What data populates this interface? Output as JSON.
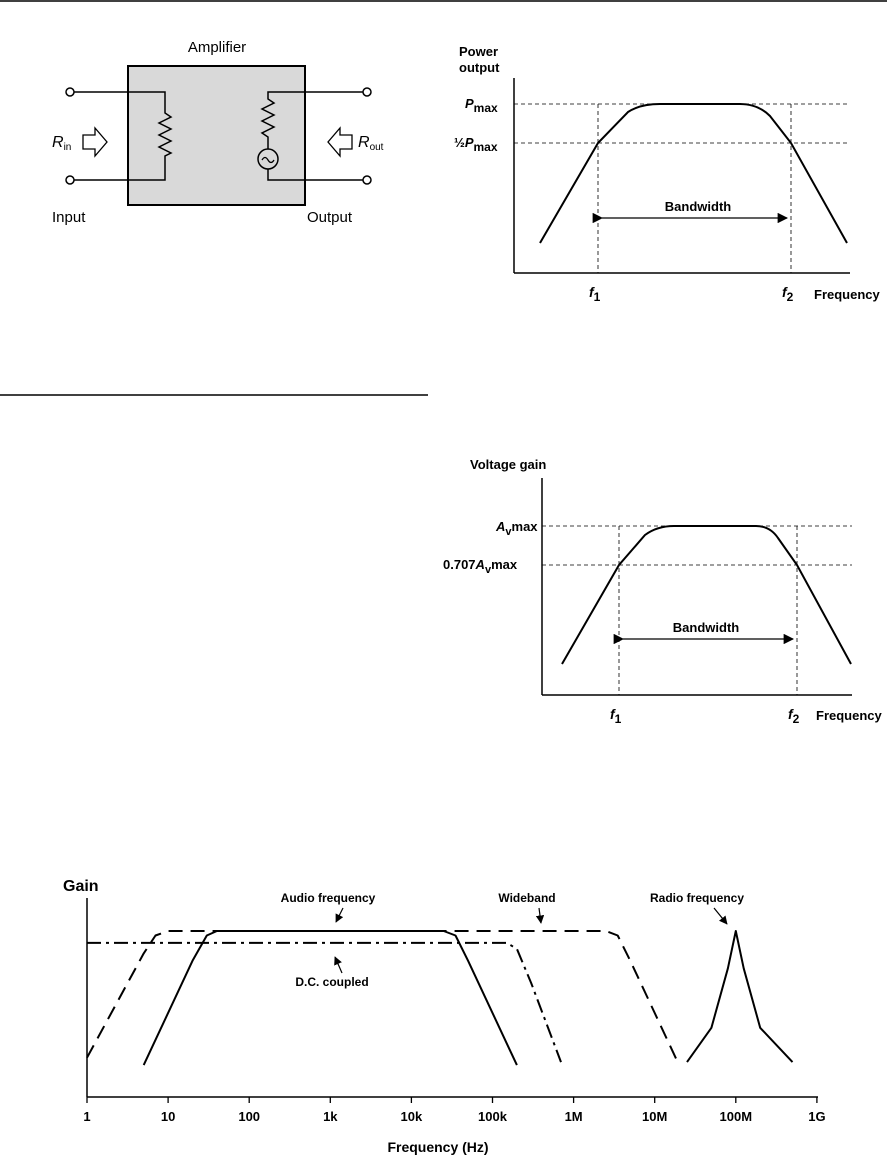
{
  "amplifier": {
    "title": "Amplifier",
    "rin_main": "R",
    "rin_sub": "in",
    "rout_main": "R",
    "rout_sub": "out",
    "input_label": "Input",
    "output_label": "Output",
    "colors": {
      "box_fill": "#d9d9d9"
    }
  },
  "power_chart": {
    "ylabel_line1": "Power",
    "ylabel_line2": "output",
    "pmax_main": "P",
    "pmax_sub": "max",
    "half_prefix": "½",
    "half_main": "P",
    "half_sub": "max",
    "bandwidth": "Bandwidth",
    "f1_main": "f",
    "f1_sub": "1",
    "f2_main": "f",
    "f2_sub": "2",
    "xlabel": "Frequency"
  },
  "voltage_chart": {
    "ylabel": "Voltage gain",
    "av_main": "A",
    "av_sub": "v",
    "av_suffix": "max",
    "half_prefix": "0.707",
    "half_main": "A",
    "half_sub": "v",
    "half_suffix": "max",
    "bandwidth": "Bandwidth",
    "f1_main": "f",
    "f1_sub": "1",
    "f2_main": "f",
    "f2_sub": "2",
    "xlabel": "Frequency"
  },
  "chart_data": {
    "type": "line",
    "ylabel": "Gain",
    "xlabel": "Frequency (Hz)",
    "x_scale": "log",
    "x_ticks": [
      "1",
      "10",
      "100",
      "1k",
      "10k",
      "100k",
      "1M",
      "10M",
      "100M",
      "1G"
    ],
    "series": [
      {
        "name": "Audio frequency",
        "style": "solid",
        "points": [
          [
            5,
            0.1
          ],
          [
            20,
            0.8
          ],
          [
            30,
            0.97
          ],
          [
            40,
            1.0
          ],
          [
            25000,
            1.0
          ],
          [
            35000,
            0.97
          ],
          [
            50000,
            0.8
          ],
          [
            200000,
            0.1
          ]
        ]
      },
      {
        "name": "Wideband",
        "style": "dashed",
        "points": [
          [
            1,
            0.15
          ],
          [
            5,
            0.85
          ],
          [
            7,
            0.97
          ],
          [
            10,
            1.0
          ],
          [
            2500000,
            1.0
          ],
          [
            3500000,
            0.97
          ],
          [
            5000000,
            0.8
          ],
          [
            20000000,
            0.1
          ]
        ]
      },
      {
        "name": "D.C. coupled",
        "style": "dash-dot",
        "points": [
          [
            1,
            0.92
          ],
          [
            150000,
            0.92
          ],
          [
            200000,
            0.88
          ],
          [
            300000,
            0.65
          ],
          [
            700000,
            0.12
          ]
        ]
      },
      {
        "name": "Radio frequency",
        "style": "solid",
        "points": [
          [
            25000000,
            0.12
          ],
          [
            50000000,
            0.35
          ],
          [
            80000000,
            0.75
          ],
          [
            100000000,
            1.0
          ],
          [
            125000000,
            0.75
          ],
          [
            200000000,
            0.35
          ],
          [
            500000000,
            0.12
          ]
        ]
      }
    ],
    "annotations": [
      "Audio frequency",
      "Wideband",
      "Radio frequency",
      "D.C. coupled"
    ]
  }
}
